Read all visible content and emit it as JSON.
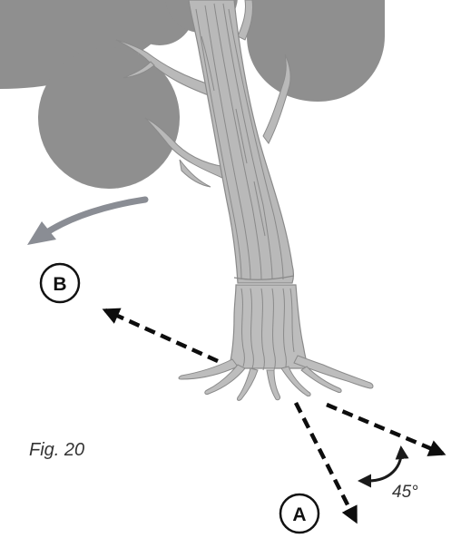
{
  "colors": {
    "canopy": "#8f8f8f",
    "trunk": "#b9b9b9",
    "trunk_stroke": "#8a8a8a",
    "roots": "#bdbdbd",
    "roots_stroke": "#8a8a8a",
    "swing_arrow": "#8a8d94",
    "dashed_arrow": "#0d0d0d",
    "angle_arrow": "#1a1a1a"
  },
  "labels": {
    "b": "B",
    "a": "A",
    "caption": "Fig. 20",
    "angle": "45°"
  },
  "icons": {
    "felling_direction": "curved-arrow-icon",
    "angle_marker": "curved-double-arrow-icon"
  }
}
